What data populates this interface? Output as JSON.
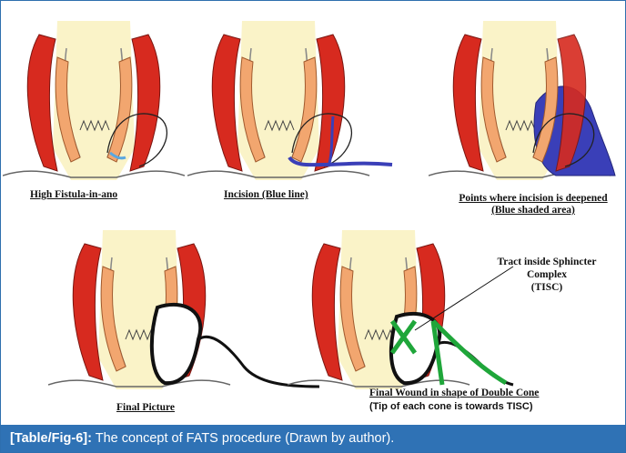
{
  "panels": [
    {
      "label": "High Fistula-in-ano"
    },
    {
      "label": "Incision (Blue line)"
    },
    {
      "label": "Points where incision is deepened",
      "label2": "(Blue shaded area)"
    },
    {
      "label": "Final Picture"
    },
    {
      "label": "Final Wound in shape of Double Cone",
      "label2": "(Tip of each cone is towards TISC)"
    }
  ],
  "annotation": {
    "line1": "Tract inside Sphincter",
    "line2": "Complex",
    "line3": "(TISC)"
  },
  "caption": {
    "label": "[Table/Fig-6]:",
    "text": " The concept of FATS procedure (Drawn by author)."
  },
  "colors": {
    "muscle_red": "#d72a1f",
    "internal_sphincter": "#f2a66f",
    "rectum_fill": "#faf3c8",
    "incision_blue": "#3a3fb8",
    "wound_green": "#1fa63a",
    "caption_bar": "#2f72b5"
  }
}
